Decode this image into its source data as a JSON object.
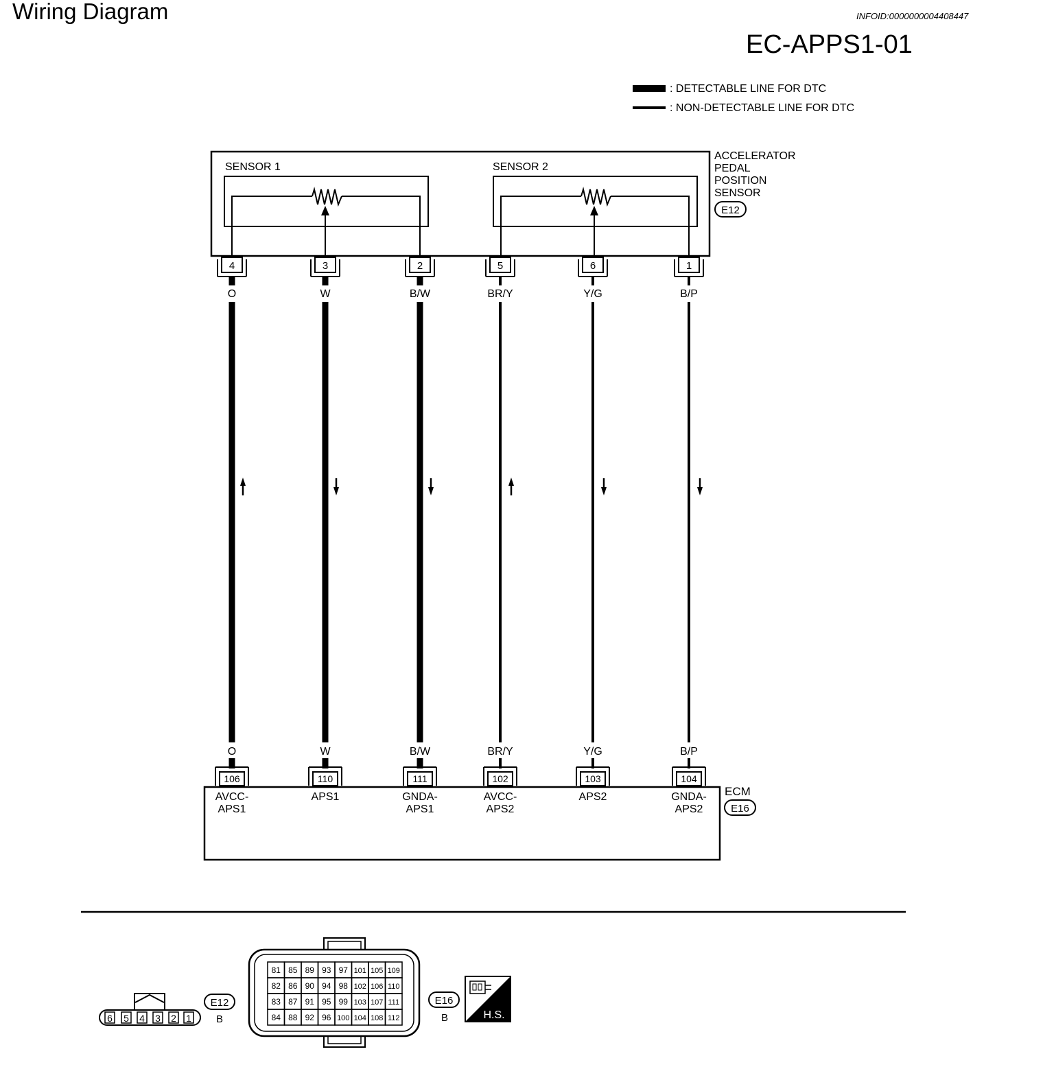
{
  "header": {
    "title": "Wiring Diagram",
    "info_id": "INFOID:0000000004408447",
    "code": "EC-APPS1-01"
  },
  "legend": {
    "detectable": ": DETECTABLE LINE FOR DTC",
    "non_detectable": ": NON-DETECTABLE LINE FOR DTC"
  },
  "sensor": {
    "name_lines": [
      "ACCELERATOR",
      "PEDAL",
      "POSITION",
      "SENSOR"
    ],
    "connector": "E12",
    "sub1": "SENSOR 1",
    "sub2": "SENSOR 2"
  },
  "ecm": {
    "name": "ECM",
    "connector": "E16"
  },
  "wires": [
    {
      "sensor_pin": "4",
      "color": "O",
      "ecm_pin": "106",
      "ecm_label_1": "AVCC-",
      "ecm_label_2": "APS1",
      "detectable": true,
      "direction": "up"
    },
    {
      "sensor_pin": "3",
      "color": "W",
      "ecm_pin": "110",
      "ecm_label_1": "APS1",
      "ecm_label_2": "",
      "detectable": true,
      "direction": "down"
    },
    {
      "sensor_pin": "2",
      "color": "B/W",
      "ecm_pin": "111",
      "ecm_label_1": "GNDA-",
      "ecm_label_2": "APS1",
      "detectable": true,
      "direction": "down"
    },
    {
      "sensor_pin": "5",
      "color": "BR/Y",
      "ecm_pin": "102",
      "ecm_label_1": "AVCC-",
      "ecm_label_2": "APS2",
      "detectable": false,
      "direction": "up"
    },
    {
      "sensor_pin": "6",
      "color": "Y/G",
      "ecm_pin": "103",
      "ecm_label_1": "APS2",
      "ecm_label_2": "",
      "detectable": false,
      "direction": "down"
    },
    {
      "sensor_pin": "1",
      "color": "B/P",
      "ecm_pin": "104",
      "ecm_label_1": "GNDA-",
      "ecm_label_2": "APS2",
      "detectable": false,
      "direction": "down"
    }
  ],
  "connector_views": {
    "e12": {
      "pins": [
        "6",
        "5",
        "4",
        "3",
        "2",
        "1"
      ],
      "id": "E12",
      "color": "B"
    },
    "e16": {
      "rows": [
        [
          "81",
          "85",
          "89",
          "93",
          "97",
          "101",
          "105",
          "109"
        ],
        [
          "82",
          "86",
          "90",
          "94",
          "98",
          "102",
          "106",
          "110"
        ],
        [
          "83",
          "87",
          "91",
          "95",
          "99",
          "103",
          "107",
          "111"
        ],
        [
          "84",
          "88",
          "92",
          "96",
          "100",
          "104",
          "108",
          "112"
        ]
      ],
      "id": "E16",
      "color": "B"
    },
    "hs_label": "H.S."
  }
}
